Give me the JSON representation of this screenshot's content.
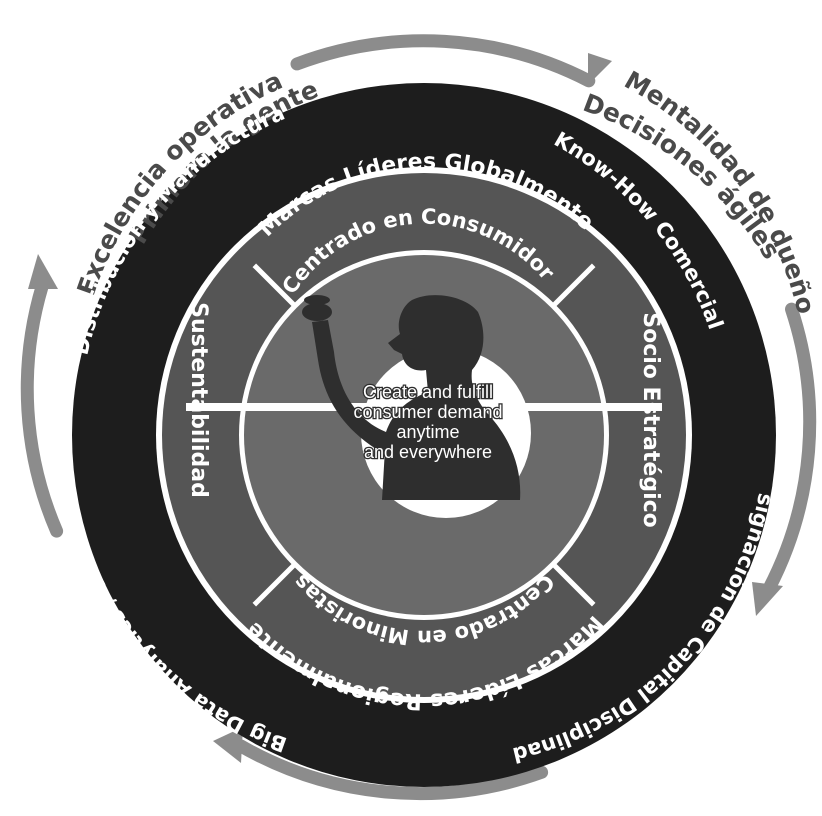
{
  "outer_cycle": {
    "top_left": "Excelencia operativa",
    "top_right": "Mentalidad de dueño",
    "bottom_right": "Primero la gente",
    "bottom_left": "Decisiones ágiles"
  },
  "dark_ring": {
    "top_left": "Distribución y Manufactura",
    "top_right": "Know-How Comercial",
    "bottom_right": "Asignación de Capital Disciplinada",
    "bottom_left": "Big Data Analytics / TI"
  },
  "middle_ring": {
    "top": "Marcas Líderes Globalmente",
    "right": "Socio Estratégico",
    "bottom": "Marcas Líderes Regionalmente",
    "left": "Sustentabilidad"
  },
  "core": {
    "top": "Centrado en Consumidor",
    "bottom": "Centrado en Minoristas",
    "statement": [
      "Create and fulfill",
      "consumer demand",
      "anytime",
      "and everywhere"
    ]
  },
  "colors": {
    "outer_arrows": "#8c8c8c",
    "dark_ring": "#1d1d1d",
    "middle_ring": "#555555",
    "core": "#6a6a6a",
    "white": "#ffffff"
  }
}
